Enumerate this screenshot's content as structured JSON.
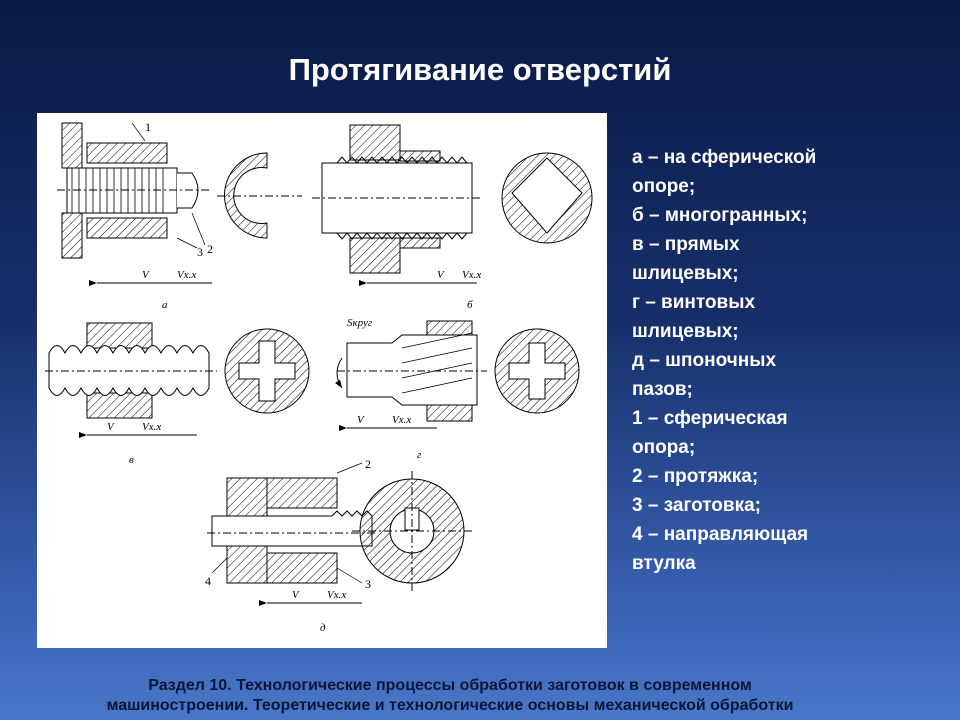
{
  "slide": {
    "title": "Протягивание отверстий",
    "footer_line1": "Раздел 10. Технологические процессы обработки заготовок в современном",
    "footer_line2": "машиностроении. Теоретические и технологические основы механической обработки"
  },
  "legend": [
    "а – на сферической",
    "опоре;",
    "б – многогранных;",
    "в – прямых",
    "шлицевых;",
    "г – винтовых",
    "шлицевых;",
    "д – шпоночных",
    "пазов;",
    "1 –  сферическая",
    "опора;",
    "2 – протяжка;",
    "3 – заготовка;",
    "4 – направляющая",
    "втулка"
  ],
  "figure": {
    "letters": {
      "a": "а",
      "b": "б",
      "v": "в",
      "g": "г",
      "d": "д"
    },
    "speed_main": "V",
    "speed_return": "Vх.х",
    "rotation": "Sкруг",
    "callouts": {
      "one": "1",
      "two": "2",
      "three": "3",
      "four": "4"
    }
  }
}
